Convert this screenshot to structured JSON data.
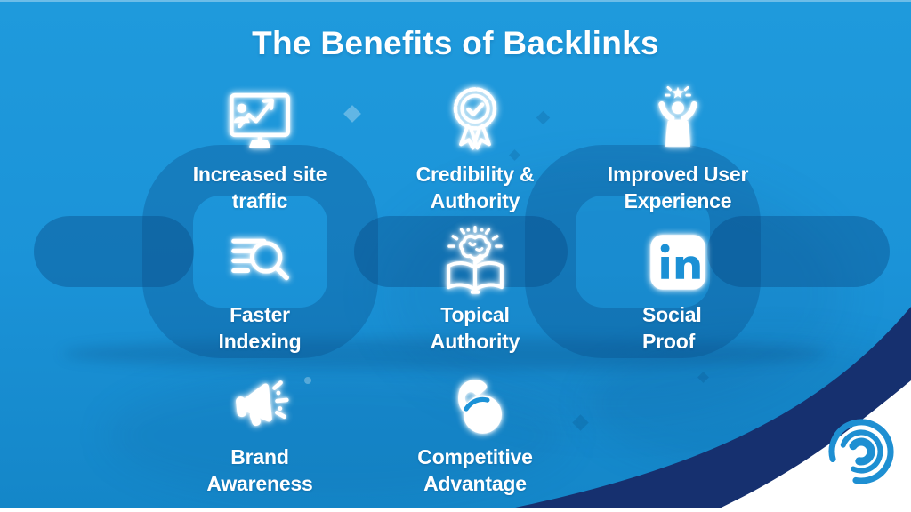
{
  "title": "The Benefits of Backlinks",
  "benefits": [
    {
      "label": "Increased site\ntraffic",
      "icon": "monitor-growth-chart-icon"
    },
    {
      "label": "Credibility &\nAuthority",
      "icon": "medal-check-icon"
    },
    {
      "label": "Improved User\nExperience",
      "icon": "person-celebrating-star-icon"
    },
    {
      "label": "Faster\nIndexing",
      "icon": "search-lines-icon"
    },
    {
      "label": "Topical\nAuthority",
      "icon": "book-brain-icon"
    },
    {
      "label": "Social\nProof",
      "icon": "linkedin-icon"
    },
    {
      "label": "Brand\nAwareness",
      "icon": "megaphone-icon"
    },
    {
      "label": "Competitive\nAdvantage",
      "icon": "flexed-bicep-icon"
    }
  ],
  "colors": {
    "background": "#1b93d8",
    "chain": "#1578ba",
    "corner_navy": "#16306f",
    "corner_white": "#ffffff",
    "text": "#ffffff",
    "linkedin_blue": "#1b90d5",
    "logo_blue": "#1e8fd2"
  }
}
